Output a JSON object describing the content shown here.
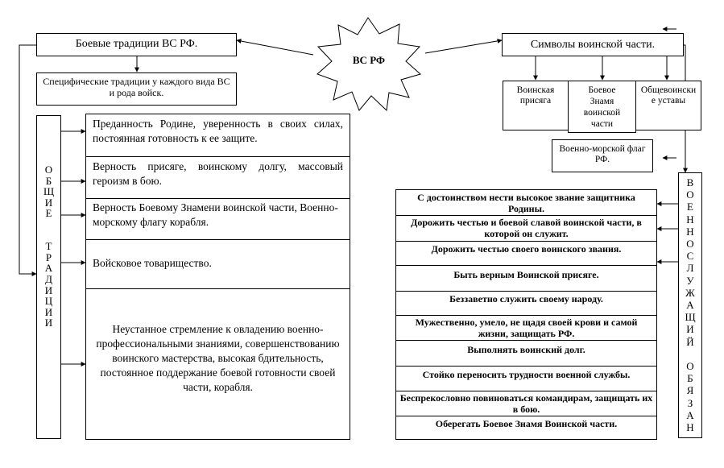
{
  "center": {
    "label": "ВС РФ"
  },
  "left": {
    "traditions_title": "Боевые традиции ВС РФ.",
    "specific": "Специфические традиции у каждого вида ВС и рода войск.",
    "general_vertical": [
      "О",
      "Б",
      "Щ",
      "И",
      "Е",
      "",
      "",
      "Т",
      "Р",
      "А",
      "Д",
      "И",
      "Ц",
      "И",
      "И"
    ],
    "items": [
      "Преданность Родине, уверенность в своих силах, постоянная готовность к ее защите.",
      "Верность присяге, воинскому долгу, массовый героизм в бою.",
      "Верность Боевому Знамени воинской части, Военно-морскому флагу корабля.",
      "Войсковое товарищество.",
      "Неустанное стремление к овладению военно-профессиональными знаниями, совершенствованию воинского мастерства, высокая бдительность, постоянное поддержание боевой готовности своей части, корабля."
    ]
  },
  "right": {
    "symbols_title": "Символы воинской части.",
    "oath": "Воинская присяга",
    "banner": "Боевое Знамя воинской части",
    "regulations": "Общевоинские уставы",
    "naval_flag": "Военно-морской флаг РФ.",
    "duty_vertical": [
      "В",
      "О",
      "Е",
      "Н",
      "Н",
      "О",
      "С",
      "Л",
      "У",
      "Ж",
      "А",
      "Щ",
      "И",
      "Й",
      "",
      "О",
      "Б",
      "Я",
      "З",
      "А",
      "Н"
    ],
    "duties": [
      "С достоинством нести высокое звание защитника Родины.",
      "Дорожить честью и боевой славой воинской части, в которой он служит.",
      "Дорожить честью своего воинского звания.",
      "Быть верным Воинской присяге.",
      "Беззаветно служить своему народу.",
      "Мужественно, умело, не щадя своей крови и самой жизни, защищать РФ.",
      "Выполнять воинский долг.",
      "Стойко переносить трудности военной службы.",
      "Беспрекословно повиноваться командирам, защищать их в бою.",
      "Оберегать Боевое Знамя  Воинской части."
    ]
  }
}
